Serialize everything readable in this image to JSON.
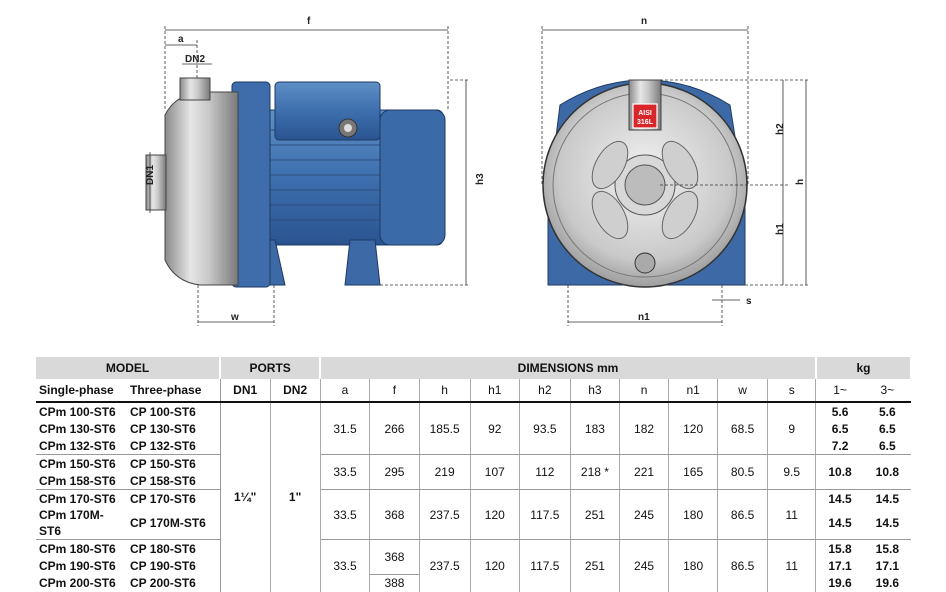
{
  "drawing_labels": {
    "f": "f",
    "a": "a",
    "dn2": "DN2",
    "dn1": "DN1",
    "h3": "h3",
    "w": "w",
    "n": "n",
    "h2": "h2",
    "h": "h",
    "h1": "h1",
    "s": "s",
    "n1": "n1",
    "badge_line1": "AISI",
    "badge_line2": "316L"
  },
  "table": {
    "headers": {
      "model": "MODEL",
      "ports": "PORTS",
      "dimensions": "DIMENSIONS mm",
      "kg": "kg",
      "single_phase": "Single-phase",
      "three_phase": "Three-phase",
      "dn1": "DN1",
      "dn2": "DN2",
      "a": "a",
      "f": "f",
      "h": "h",
      "h1": "h1",
      "h2": "h2",
      "h3": "h3",
      "n": "n",
      "n1": "n1",
      "w": "w",
      "s": "s",
      "kg1": "1~",
      "kg3": "3~"
    },
    "ports": {
      "dn1": "1¼\"",
      "dn2": "1\""
    },
    "models": [
      {
        "single": "CPm 100-ST6",
        "three": "CP 100-ST6",
        "kg1": "5.6",
        "kg3": "5.6"
      },
      {
        "single": "CPm 130-ST6",
        "three": "CP 130-ST6",
        "kg1": "6.5",
        "kg3": "6.5"
      },
      {
        "single": "CPm 132-ST6",
        "three": "CP 132-ST6",
        "kg1": "7.2",
        "kg3": "6.5"
      },
      {
        "single": "CPm 150-ST6",
        "three": "CP 150-ST6",
        "kg1": "10.8",
        "kg3": "10.8"
      },
      {
        "single": "CPm 158-ST6",
        "three": "CP 158-ST6",
        "kg1": "",
        "kg3": ""
      },
      {
        "single": "CPm 170-ST6",
        "three": "CP 170-ST6",
        "kg1": "14.5",
        "kg3": "14.5"
      },
      {
        "single": "CPm 170M-ST6",
        "three": "CP 170M-ST6",
        "kg1": "14.5",
        "kg3": "14.5"
      },
      {
        "single": "CPm 180-ST6",
        "three": "CP 180-ST6",
        "kg1": "15.8",
        "kg3": "15.8"
      },
      {
        "single": "CPm 190-ST6",
        "three": "CP 190-ST6",
        "kg1": "17.1",
        "kg3": "17.1"
      },
      {
        "single": "CPm 200-ST6",
        "three": "CP 200-ST6",
        "kg1": "19.6",
        "kg3": "19.6"
      }
    ],
    "groups": [
      {
        "a": "31.5",
        "f": "266",
        "h": "185.5",
        "h1": "92",
        "h2": "93.5",
        "h3": "183",
        "n": "182",
        "n1": "120",
        "w": "68.5",
        "s": "9"
      },
      {
        "a": "33.5",
        "f": "295",
        "h": "219",
        "h1": "107",
        "h2": "112",
        "h3": "218 *",
        "n": "221",
        "n1": "165",
        "w": "80.5",
        "s": "9.5"
      },
      {
        "a": "33.5",
        "f": "368",
        "h": "237.5",
        "h1": "120",
        "h2": "117.5",
        "h3": "251",
        "n": "245",
        "n1": "180",
        "w": "86.5",
        "s": "11"
      },
      {
        "a": "33.5",
        "f1": "368",
        "f2": "388",
        "h": "237.5",
        "h1": "120",
        "h2": "117.5",
        "h3": "251",
        "n": "245",
        "n1": "180",
        "w": "86.5",
        "s": "11"
      }
    ]
  }
}
